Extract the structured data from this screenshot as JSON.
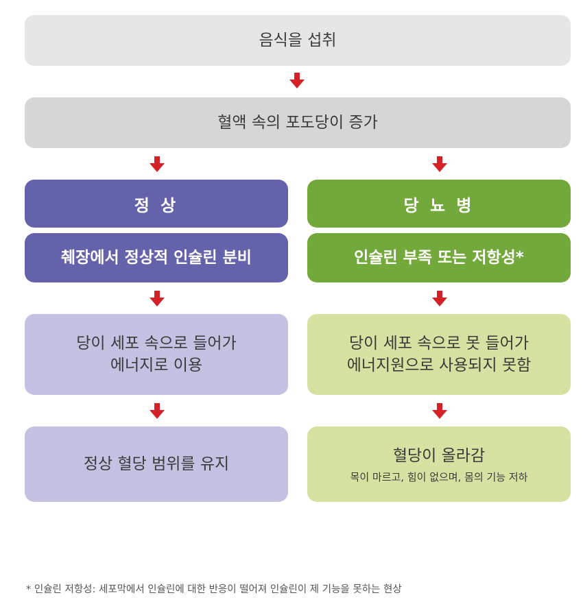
{
  "top": {
    "step1": "음식을 섭취",
    "step2": "혈액 속의 포도당이 증가"
  },
  "normal": {
    "header": "정 상",
    "cause": "췌장에서 정상적 인슐린 분비",
    "effect_line1": "당이 세포 속으로 들어가",
    "effect_line2": "에너지로 이용",
    "result": "정상 혈당 범위를 유지"
  },
  "diabetes": {
    "header": "당 뇨 병",
    "cause": "인슐린 부족 또는 저항성*",
    "effect_line1": "당이 세포 속으로 못 들어가",
    "effect_line2": "에너지원으로 사용되지 못함",
    "result": "혈당이 올라감",
    "result_sub": "목이 마르고, 힘이 없으며, 몸의 기능 저하"
  },
  "footnote": "* 인슐린 저항성: 세포막에서 인슐린에 대한 반응이 떨어져 인슐린이 제 기능을 못하는 현상",
  "colors": {
    "arrow": "#d42027",
    "normal_dark": "#6562ac",
    "normal_light": "#c4c2e2",
    "diabetes_dark": "#73a93a",
    "diabetes_light": "#d6e2a1",
    "gray": "#e6e6e6"
  },
  "icons": [
    "arrow-down-icon"
  ]
}
